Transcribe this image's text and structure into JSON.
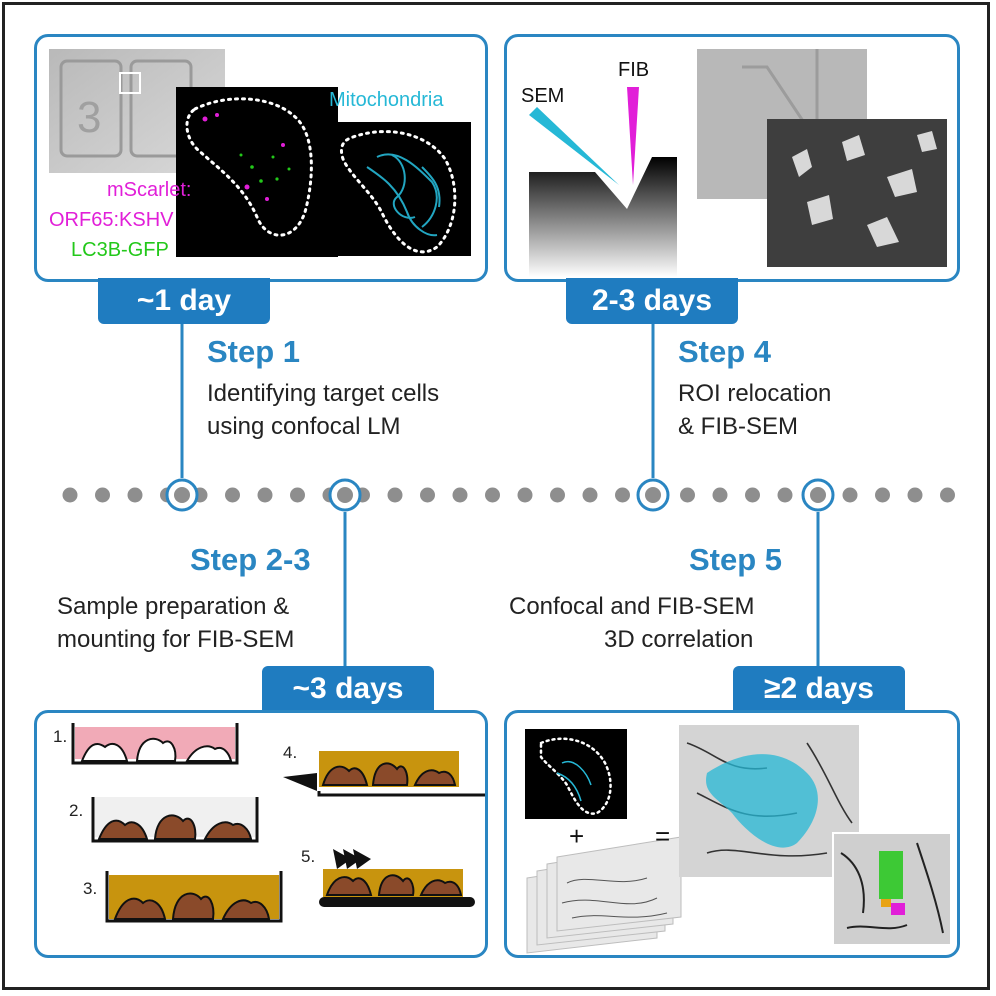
{
  "colors": {
    "accent": "#2a86c2",
    "badge": "#1f7cc0",
    "magenta": "#e11fd8",
    "green": "#23c81a",
    "cyan": "#26b8d6",
    "timeline_dot": "#8e8e8e",
    "cell_brown": "#8a4a2a",
    "resin_gold": "#c8940e",
    "medium_pink": "#f1aab7"
  },
  "step1": {
    "badge": "~1 day",
    "title": "Step 1",
    "desc_line1": "Identifying target cells",
    "desc_line2": "using confocal LM",
    "label_mscarlet": "mScarlet:",
    "label_orf": "ORF65:KSHV",
    "label_lc3b": "LC3B-GFP",
    "label_mito": "Mitochondria"
  },
  "step4": {
    "badge": "2-3 days",
    "title": "Step 4",
    "desc_line1": "ROI relocation",
    "desc_line2": "& FIB-SEM",
    "label_sem": "SEM",
    "label_fib": "FIB"
  },
  "step23": {
    "badge": "~3 days",
    "title": "Step 2-3",
    "desc_line1": "Sample preparation &",
    "desc_line2": "mounting for FIB-SEM",
    "stages": [
      "1.",
      "2.",
      "3.",
      "4.",
      "5."
    ]
  },
  "step5": {
    "badge": "≥2 days",
    "title": "Step 5",
    "desc_line1": "Confocal and FIB-SEM",
    "desc_line2": "3D correlation",
    "plus": "+",
    "equals": "="
  }
}
